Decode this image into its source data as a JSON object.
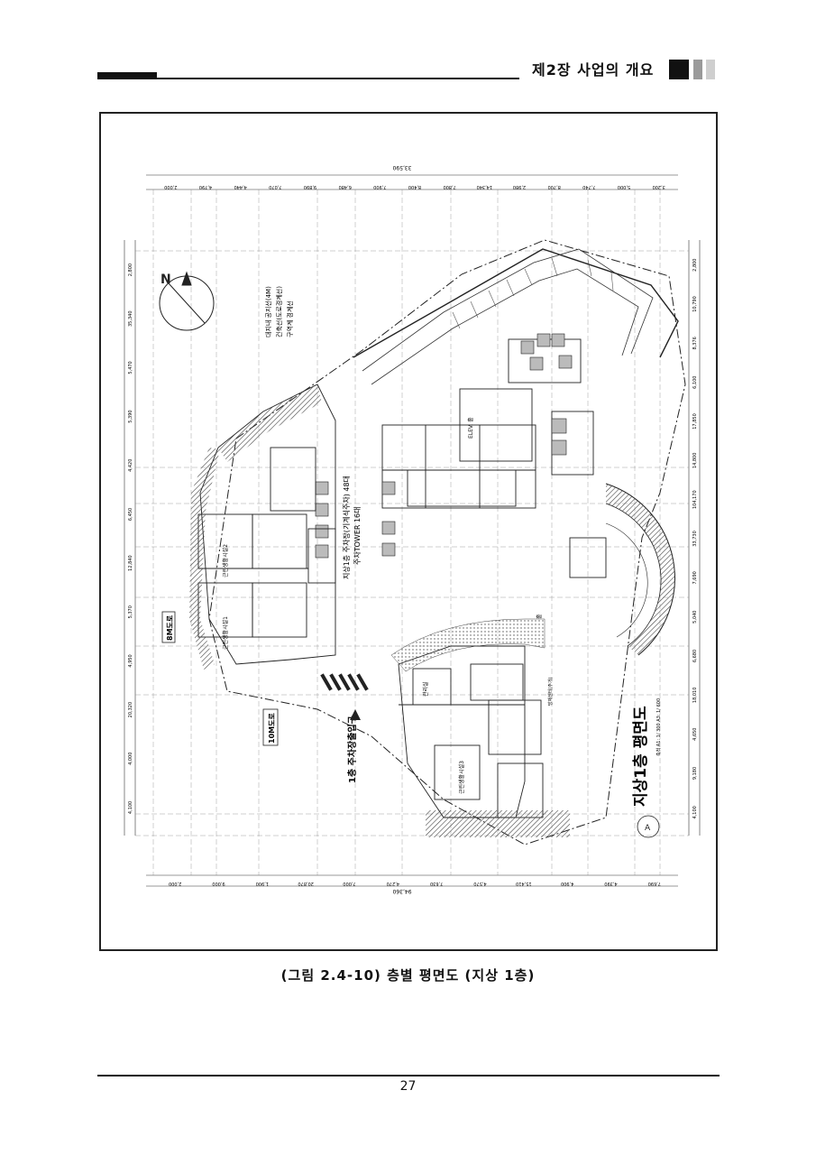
{
  "header": {
    "chapter_title": "제2장 사업의 개요"
  },
  "drawing": {
    "title": "지상1층 평면도",
    "scale_note": "축척 A1: 1/ 300  A3: 1/ 600",
    "parking_entrance": "1층 주차장출입구",
    "parking_note_1": "지상1층 주차장(기계식주차) 48대",
    "parking_note_2": "주차TOWER 16대",
    "legend_site": "대지내 공지선(4M)",
    "legend_setback": "건축선(도로경계선)",
    "legend_zone": "구역계 경계선",
    "road_8m": "8M도로",
    "road_10m": "10M도로",
    "elev_hall": "ELEV. 홀",
    "room_retail_1": "근린생활시설1",
    "room_retail_2": "근린생활시설2",
    "room_retail_3": "근린생활시설3",
    "room_mgmt": "관리실",
    "room_disaster": "방재센터(주거)",
    "room_hall": "홀",
    "dim_top_total": "33,590",
    "dim_top_row": [
      "2,000",
      "4,790",
      "4,440",
      "7,070",
      "9,890",
      "6,480",
      "7,900",
      "8,400",
      "7,800",
      "14,340",
      "2,980",
      "8,700",
      "7,740",
      "5,000",
      "3,200"
    ],
    "dim_bottom_total": "94,360",
    "dim_bottom_row": [
      "2,000",
      "9,000",
      "1,900",
      "20,870",
      "7,000",
      "4,270",
      "7,630",
      "4,570",
      "15,410",
      "4,900",
      "4,390",
      "7,690"
    ],
    "dim_left_col": [
      "2,800",
      "35,340",
      "5,470",
      "5,390",
      "4,420",
      "6,450",
      "12,840",
      "5,370",
      "4,950",
      "20,320",
      "4,000",
      "4,100"
    ],
    "dim_right_col": [
      "2,800",
      "10,790",
      "8,376",
      "6,100",
      "17,850",
      "14,800",
      "104,170",
      "33,730",
      "7,690",
      "5,040",
      "6,680",
      "18,010",
      "4,650",
      "9,180",
      "4,100"
    ]
  },
  "caption": "(그림 2.4-10)  층별 평면도 (지상 1층)",
  "page_number": "27"
}
